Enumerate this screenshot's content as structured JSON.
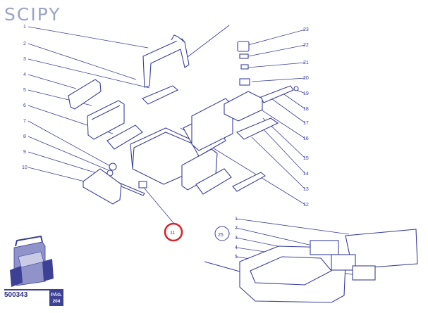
{
  "header": {
    "title": "SCIPY"
  },
  "main_callouts": [
    "1",
    "2",
    "3",
    "4",
    "5",
    "6",
    "7",
    "8",
    "9",
    "10",
    "11",
    "12",
    "13",
    "14",
    "15",
    "16",
    "17",
    "18",
    "19",
    "20",
    "21",
    "22",
    "23"
  ],
  "sub_assembly": {
    "label": "25",
    "callouts": [
      "1",
      "2",
      "3",
      "4",
      "5"
    ]
  },
  "highlight": {
    "label": "11",
    "color": "#d9232a"
  },
  "footer": {
    "product_code": "500343",
    "page_label": "PÁG.",
    "page_number": "204"
  },
  "colors": {
    "ink": "#3a3f9a",
    "title": "#9aa3c8",
    "accent": "#3d4196",
    "highlight": "#d9232a"
  }
}
